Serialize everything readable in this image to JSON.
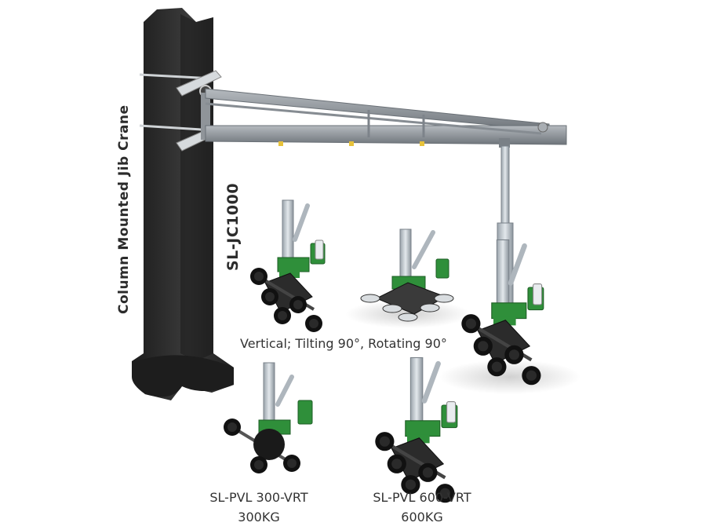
{
  "image": {
    "crane_title": "Column Mounted Jib Crane",
    "model_code": "SL-JC1000",
    "feature_caption": "Vertical; Tilting 90°, Rotating 90°",
    "products": [
      {
        "name": "SL-PVL 300-VRT",
        "capacity": "300KG"
      },
      {
        "name": "SL-PVL 600-VRT",
        "capacity": "600KG"
      }
    ],
    "colors": {
      "column": "#2a2a2a",
      "beam": "#8f9499",
      "lifter_body": "#2f8f3a",
      "suction_cup": "#1a1a1a",
      "mast": "#c5ccd3"
    }
  }
}
